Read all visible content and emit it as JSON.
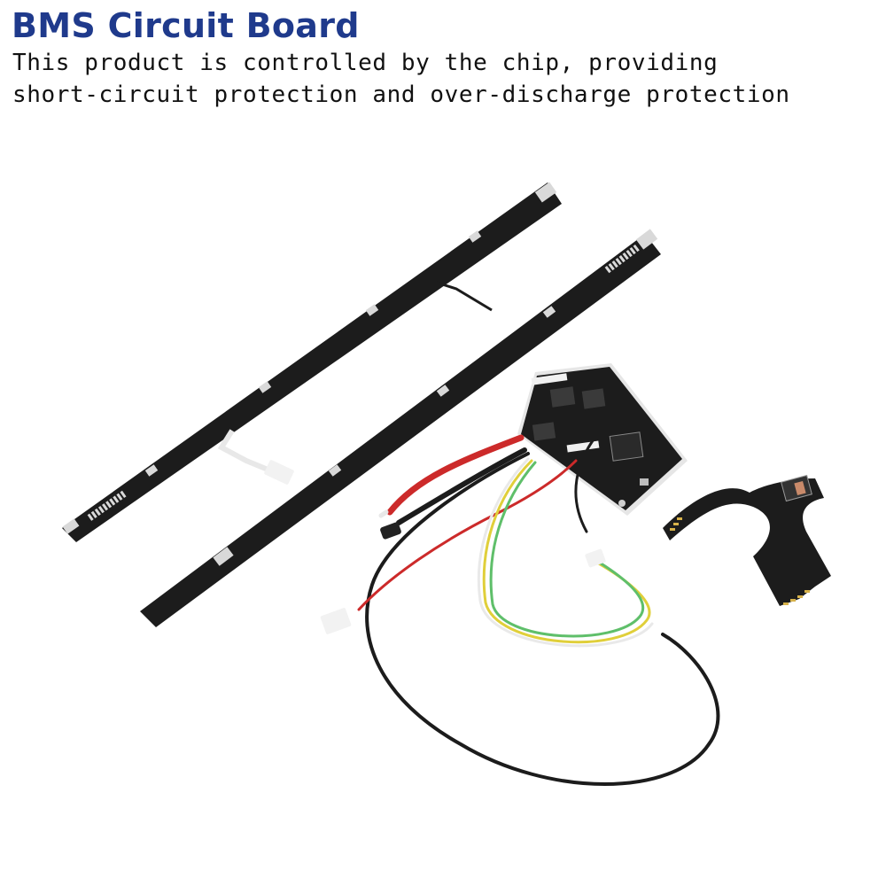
{
  "header": {
    "title": "BMS Circuit Board",
    "description": "This product is controlled by the chip, providing short-circuit protection and over-discharge protection"
  },
  "colors": {
    "title": "#1f3a8c",
    "text": "#111111",
    "pcb": "#1c1c1c",
    "pad": "#d9d9d9",
    "wire_red": "#cc2a2a",
    "wire_yellow": "#e0cf3a",
    "wire_green": "#5fbf6a",
    "connector_white": "#f2f2f2"
  },
  "icons": {
    "product": "bms-board-kit-photo"
  }
}
